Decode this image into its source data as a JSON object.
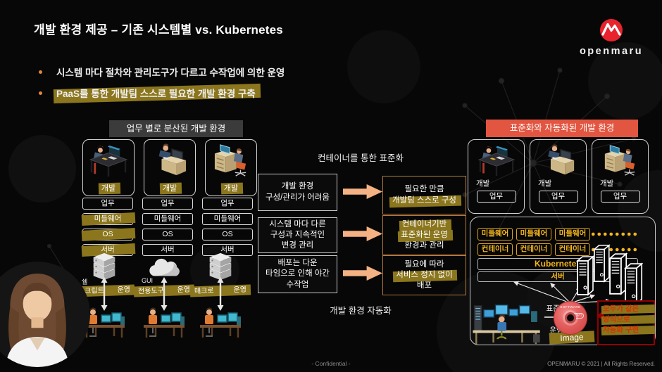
{
  "title": "개발 환경 제공 – 기존 시스템별 vs. Kubernetes",
  "logo": {
    "text": "openmaru"
  },
  "bullets": [
    {
      "text": "시스템 마다 절차와 관리도구가 다르고 수작업에 의한 운영",
      "highlighted": false
    },
    {
      "text": "PaaS를 통한 개발팀 스스로 필요한 개발 환경 구축",
      "highlighted": true
    }
  ],
  "left_panel": {
    "header": "업무 별로 분산된 개발 환경",
    "dev_label": "개발",
    "stack_rows": [
      "업무",
      "미들웨어",
      "OS",
      "서버"
    ],
    "ops_groups": [
      {
        "top": "쉘",
        "main": "스크립트",
        "ops": "운영",
        "icon": "server-stack-icon"
      },
      {
        "top": "GUI",
        "main": "전용도구",
        "ops": "운영",
        "icon": "cloud-icon"
      },
      {
        "top": "",
        "main": "매크로",
        "ops": "운영",
        "icon": "server-stack-icon"
      }
    ]
  },
  "middle": {
    "caption_top": "컨테이너를 통한 표준화",
    "caption_bottom": "개발 환경 자동화",
    "rows": [
      {
        "problem": [
          "개발 환경",
          "구성/관리가 어려움"
        ],
        "solution": [
          {
            "text": "필요한 만큼",
            "hl": false
          },
          {
            "text": "개발팀 스스로 구성",
            "hl": true
          }
        ]
      },
      {
        "problem": [
          "시스템 마다 다른",
          "구성과 지속적인",
          "변경 관리"
        ],
        "solution": [
          {
            "text": "컨테이너기반",
            "hl": true
          },
          {
            "text": "표준화된 운영",
            "hl": true
          },
          {
            "text": "환경과 관리",
            "hl": false
          }
        ]
      },
      {
        "problem": [
          "배포는 다운",
          "타임으로 인해 야간",
          "수작업"
        ],
        "solution": [
          {
            "text": "필요에 따라",
            "hl": false
          },
          {
            "text": "서비스 정지 없이",
            "hl": true
          },
          {
            "text": "배포",
            "hl": false
          }
        ]
      }
    ]
  },
  "right_panel": {
    "header": "표준화와 자동화된 개발 환경",
    "dev_label": "개발",
    "task_label": "업무",
    "platform": {
      "middleware": "미들웨어",
      "container": "컨테이너",
      "kubernetes": "Kubernetes",
      "server": "서버"
    },
    "flow": {
      "standardize": "표준화",
      "operate": "운영"
    },
    "disc": {
      "label_top": "SOFTWARE",
      "label_side": "DVD",
      "caption": "Image"
    },
    "callout": [
      "모두가 같은",
      "방식으로",
      "자동화 구현"
    ]
  },
  "footer": {
    "confidential": "- Confidential -",
    "copyright": "OPENMARU © 2021 | All Rights Reserved."
  },
  "colors": {
    "accent_red": "#e25540",
    "highlight_gold": "#8b761d",
    "yellow": "#f3b61c",
    "arrow_peach": "#f4b183",
    "callout_red": "#d43400"
  },
  "icons": [
    "openmaru-logo-icon",
    "server-stack-icon",
    "cloud-icon",
    "dev-desk-icon",
    "workstation-icon",
    "server-tower-icon",
    "disc-icon",
    "double-arrow-icon"
  ]
}
